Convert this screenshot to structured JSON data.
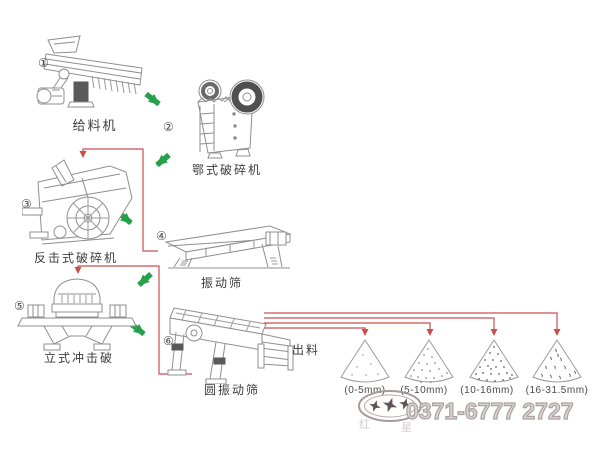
{
  "flow": {
    "steps": [
      {
        "num": "①",
        "label": "给料机"
      },
      {
        "num": "②",
        "label": "鄂式破碎机"
      },
      {
        "num": "③",
        "label": "反击式破碎机"
      },
      {
        "num": "④",
        "label": "振动筛"
      },
      {
        "num": "⑤",
        "label": "立式冲击破"
      },
      {
        "num": "⑥",
        "label": "圆振动筛"
      }
    ],
    "output_label": "出料",
    "piles": [
      {
        "size": "(0-5mm)"
      },
      {
        "size": "(5-10mm)"
      },
      {
        "size": "(10-16mm)"
      },
      {
        "size": "(16-31.5mm)"
      }
    ]
  },
  "watermark": {
    "phone": "0371-6777 2727",
    "logo_caption_left": "红",
    "logo_caption_right": "星"
  },
  "colors": {
    "flow_arrow_green": "#27a04b",
    "return_line_red": "#c94f4e",
    "machine_line_gray": "#8f8f8f",
    "label_text": "#3c3c3c",
    "watermark_gray": "#aca2a2"
  }
}
